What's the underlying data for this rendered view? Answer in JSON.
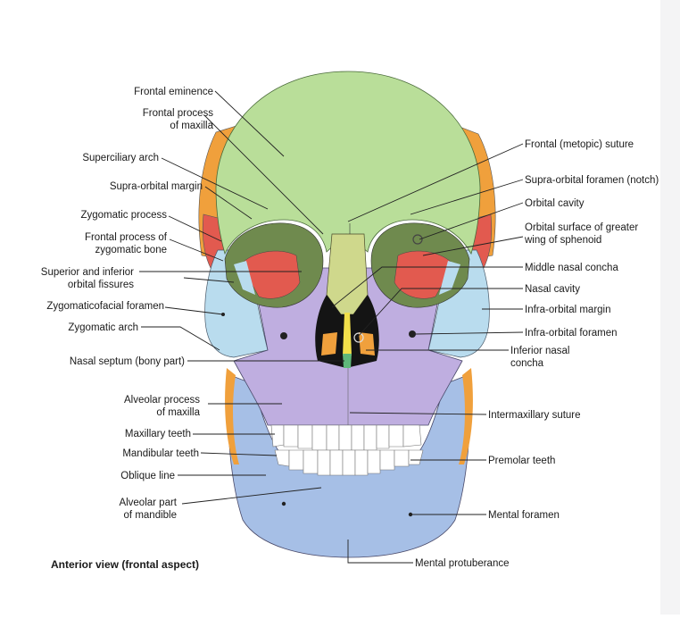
{
  "caption": "Anterior view (frontal aspect)",
  "colors": {
    "frontal": "#b9de99",
    "maxilla": "#bfaee0",
    "zygomatic": "#b9dcee",
    "mandible": "#a6bfe6",
    "sphenoid": "#e25a4f",
    "parietal_temporal": "#f0a03c",
    "nasal": "#cfd88c",
    "ethmoid": "#f2e04a",
    "teeth": "#ffffff",
    "cavity": "#141414"
  },
  "labels_left": [
    {
      "lines": [
        "Frontal eminence"
      ]
    },
    {
      "lines": [
        "Frontal process",
        "of maxilla"
      ]
    },
    {
      "lines": [
        "Superciliary arch"
      ]
    },
    {
      "lines": [
        "Supra-orbital margin"
      ]
    },
    {
      "lines": [
        "Zygomatic process"
      ]
    },
    {
      "lines": [
        "Frontal process of",
        "zygomatic bone"
      ]
    },
    {
      "lines": [
        "Superior and inferior",
        "orbital fissures"
      ]
    },
    {
      "lines": [
        "Zygomaticofacial foramen"
      ]
    },
    {
      "lines": [
        "Zygomatic arch"
      ]
    },
    {
      "lines": [
        "Nasal septum (bony part)"
      ]
    },
    {
      "lines": [
        "Alveolar process",
        "of maxilla"
      ]
    },
    {
      "lines": [
        "Maxillary teeth"
      ]
    },
    {
      "lines": [
        "Mandibular teeth"
      ]
    },
    {
      "lines": [
        "Oblique line"
      ]
    },
    {
      "lines": [
        "Alveolar part",
        "of mandible"
      ]
    }
  ],
  "labels_right": [
    {
      "lines": [
        "Frontal (metopic) suture"
      ]
    },
    {
      "lines": [
        "Supra-orbital foramen (notch)"
      ]
    },
    {
      "lines": [
        "Orbital cavity"
      ]
    },
    {
      "lines": [
        "Orbital surface of greater",
        "wing of sphenoid"
      ]
    },
    {
      "lines": [
        "Middle nasal concha"
      ]
    },
    {
      "lines": [
        "Nasal cavity"
      ]
    },
    {
      "lines": [
        "Infra-orbital margin"
      ]
    },
    {
      "lines": [
        "Infra-orbital foramen"
      ]
    },
    {
      "lines": [
        "Inferior nasal",
        "concha"
      ]
    },
    {
      "lines": [
        "Intermaxillary suture"
      ]
    },
    {
      "lines": [
        "Premolar teeth"
      ]
    },
    {
      "lines": [
        "Mental foramen"
      ]
    }
  ],
  "labels_bottom": [
    {
      "lines": [
        "Mental protuberance"
      ]
    }
  ]
}
